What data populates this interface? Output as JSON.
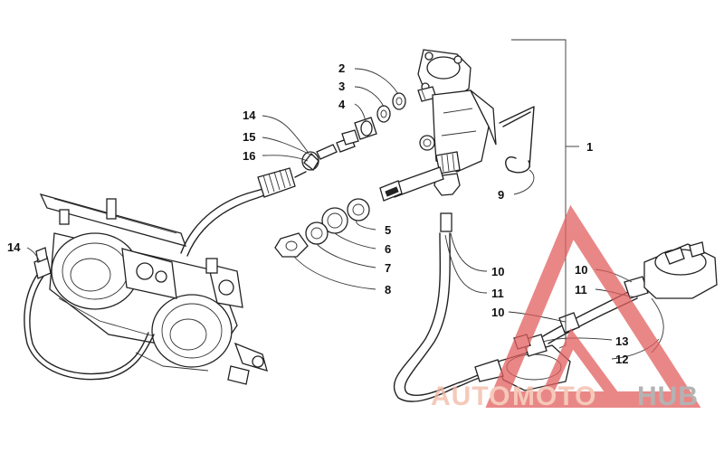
{
  "labels": {
    "l1": "1",
    "l2": "2",
    "l3": "3",
    "l4": "4",
    "l5": "5",
    "l6": "6",
    "l7": "7",
    "l8": "8",
    "l9": "9",
    "l10a": "10",
    "l11a": "11",
    "l10b": "10",
    "l11b": "11",
    "l10c": "10",
    "l12": "12",
    "l13": "13",
    "l14a": "14",
    "l14b": "14",
    "l15": "15",
    "l16": "16"
  },
  "watermark": {
    "part1": "AUTO",
    "part2": "MOTO",
    "part3": "HUB",
    "color_main": "#f2b7a3",
    "color_dark": "#9a9a9a",
    "triangle_color": "#e26060"
  }
}
